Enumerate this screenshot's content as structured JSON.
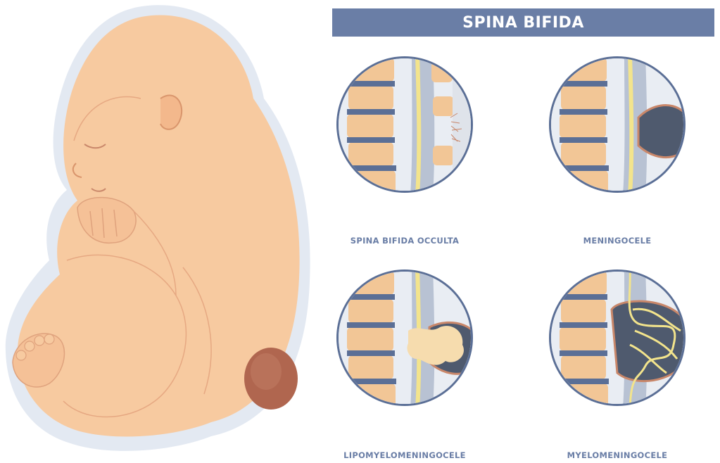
{
  "title": "SPINA BIFIDA",
  "panels": [
    {
      "label": "SPINA BIFIDA OCCULTA"
    },
    {
      "label": "MENINGOCELE"
    },
    {
      "label": "LIPOMYELOMENINGOCELE"
    },
    {
      "label": "MYELOMENINGOCELE"
    }
  ],
  "colors": {
    "banner": "#6a7ea6",
    "skin": "#f7caa0",
    "skin_outline": "#dfe6ef",
    "vertebra": "#f2c696",
    "disc": "#5b6f96",
    "spinal_cord": "#f3e48c",
    "sac": "#4f5a6e",
    "fat": "#f6dcae",
    "lesion": "#b0664f"
  }
}
